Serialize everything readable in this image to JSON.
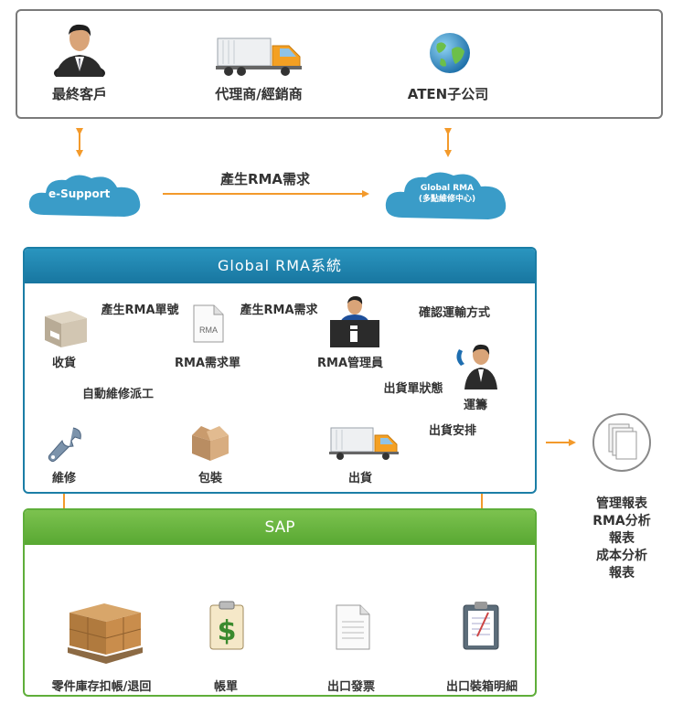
{
  "top": {
    "end_customer": "最終客戶",
    "agent_distributor": "代理商/經銷商",
    "aten_subsidiary": "ATEN子公司"
  },
  "clouds": {
    "e_support": "e-Support",
    "global_rma_line1": "Global RMA",
    "global_rma_line2": "(多點維修中心)"
  },
  "generate_rma_request_top": "產生RMA需求",
  "rma_system": {
    "title": "Global RMA系統",
    "generate_rma_number": "產生RMA單號",
    "generate_rma_request": "產生RMA需求",
    "confirm_shipping": "確認運輸方式",
    "receiving": "收貨",
    "rma_request_form": "RMA需求單",
    "rma_doc_icon_text": "RMA",
    "rma_manager": "RMA管理員",
    "shipping_status": "出貨單狀態",
    "logistics": "運籌",
    "auto_repair_dispatch": "自動維修派工",
    "repair": "維修",
    "packing": "包裝",
    "shipping": "出貨",
    "shipping_arrange": "出貨安排"
  },
  "management": {
    "line1": "管理報表",
    "line2": "RMA分析報表",
    "line3": "成本分析報表"
  },
  "sap": {
    "title": "SAP",
    "parts_inventory": "零件庫存扣帳/退回",
    "bill": "帳單",
    "export_invoice": "出口發票",
    "packing_list": "出口裝箱明細"
  },
  "colors": {
    "arrow": "#f39a2b",
    "rma_header": "#1b7ea6",
    "sap_header": "#5fae3a",
    "cloud": "#3a9cc8"
  }
}
